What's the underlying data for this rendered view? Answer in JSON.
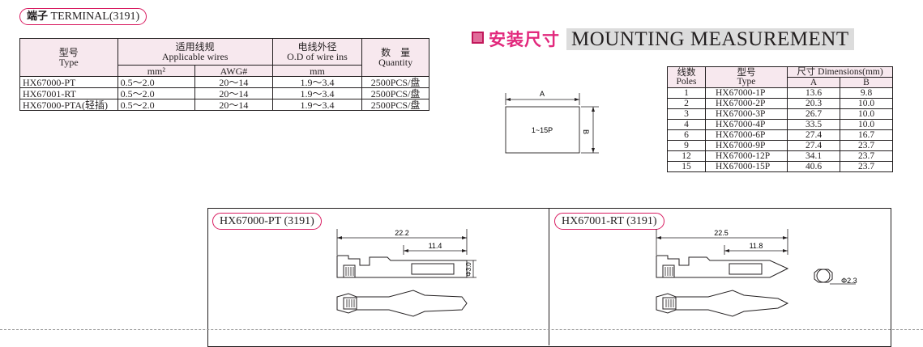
{
  "terminal": {
    "title_cn": "端子",
    "title_en": "TERMINAL(3191)",
    "headers": {
      "type_cn": "型号",
      "type_en": "Type",
      "wires_cn": "适用线规",
      "wires_en": "Applicable wires",
      "od_cn": "电线外径",
      "od_en": "O.D of wire ins",
      "qty_cn": "数　量",
      "qty_en": "Quantity",
      "mm2": "mm²",
      "awg": "AWG#",
      "mm": "mm"
    },
    "rows": [
      {
        "type": "HX67000-PT",
        "mm2": "0.5～2.0",
        "awg": "20～14",
        "od": "1.9～3.4",
        "qty": "2500PCS/盘"
      },
      {
        "type": "HX67001-RT",
        "mm2": "0.5～2.0",
        "awg": "20～14",
        "od": "1.9～3.4",
        "qty": "2500PCS/盘"
      },
      {
        "type": "HX67000-PTA(轻插)",
        "mm2": "0.5～2.0",
        "awg": "20～14",
        "od": "1.9～3.4",
        "qty": "2500PCS/盘"
      }
    ]
  },
  "mounting": {
    "title_cn": "安装尺寸",
    "title_en": "MOUNTING MEASUREMENT",
    "diagram": {
      "label_a": "A",
      "label_b": "B",
      "center": "1~15P"
    },
    "headers": {
      "poles_cn": "线数",
      "poles_en": "Poles",
      "type_cn": "型号",
      "type_en": "Type",
      "dims": "尺寸 Dimensions(mm)",
      "a": "A",
      "b": "B"
    },
    "rows": [
      {
        "poles": "1",
        "type": "HX67000-1P",
        "a": "13.6",
        "b": "9.8"
      },
      {
        "poles": "2",
        "type": "HX67000-2P",
        "a": "20.3",
        "b": "10.0"
      },
      {
        "poles": "3",
        "type": "HX67000-3P",
        "a": "26.7",
        "b": "10.0"
      },
      {
        "poles": "4",
        "type": "HX67000-4P",
        "a": "33.5",
        "b": "10.0"
      },
      {
        "poles": "6",
        "type": "HX67000-6P",
        "a": "27.4",
        "b": "16.7"
      },
      {
        "poles": "9",
        "type": "HX67000-9P",
        "a": "27.4",
        "b": "23.7"
      },
      {
        "poles": "12",
        "type": "HX67000-12P",
        "a": "34.1",
        "b": "23.7"
      },
      {
        "poles": "15",
        "type": "HX67000-15P",
        "a": "40.6",
        "b": "23.7"
      }
    ]
  },
  "drawings": {
    "pt": {
      "title": "HX67000-PT (3191)",
      "overall": "22.2",
      "partial": "11.4",
      "dia": "Φ3.0"
    },
    "rt": {
      "title": "HX67001-RT (3191)",
      "overall": "22.5",
      "partial": "11.8",
      "dia": "Φ2.3"
    }
  },
  "colors": {
    "accent": "#e2297d",
    "border_pink": "#d81b60",
    "header_bg": "#f7e8ee",
    "title_bg": "#dcdcdc"
  }
}
